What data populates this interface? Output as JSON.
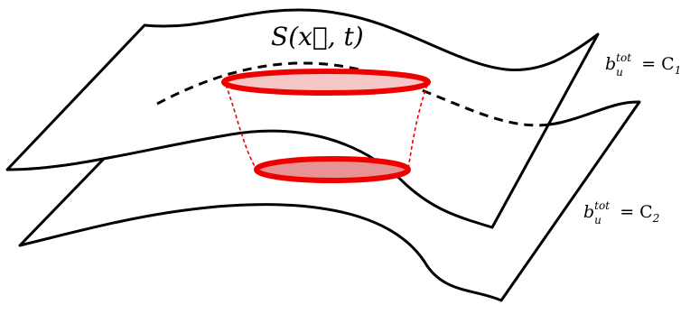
{
  "title_symbol": "S",
  "title_args": "(x⃗, t)",
  "surfaces": [
    {
      "base": "b",
      "sub": "u",
      "sup": "tot",
      "rhs": "= C",
      "rhs_index": "1"
    },
    {
      "base": "b",
      "sub": "u",
      "sup": "tot",
      "rhs": "= C",
      "rhs_index": "2"
    }
  ],
  "colors": {
    "outline": "#000000",
    "volume": "#ee0000",
    "fill_top": "#f4c6c6",
    "fill_bottom": "#e79393"
  }
}
